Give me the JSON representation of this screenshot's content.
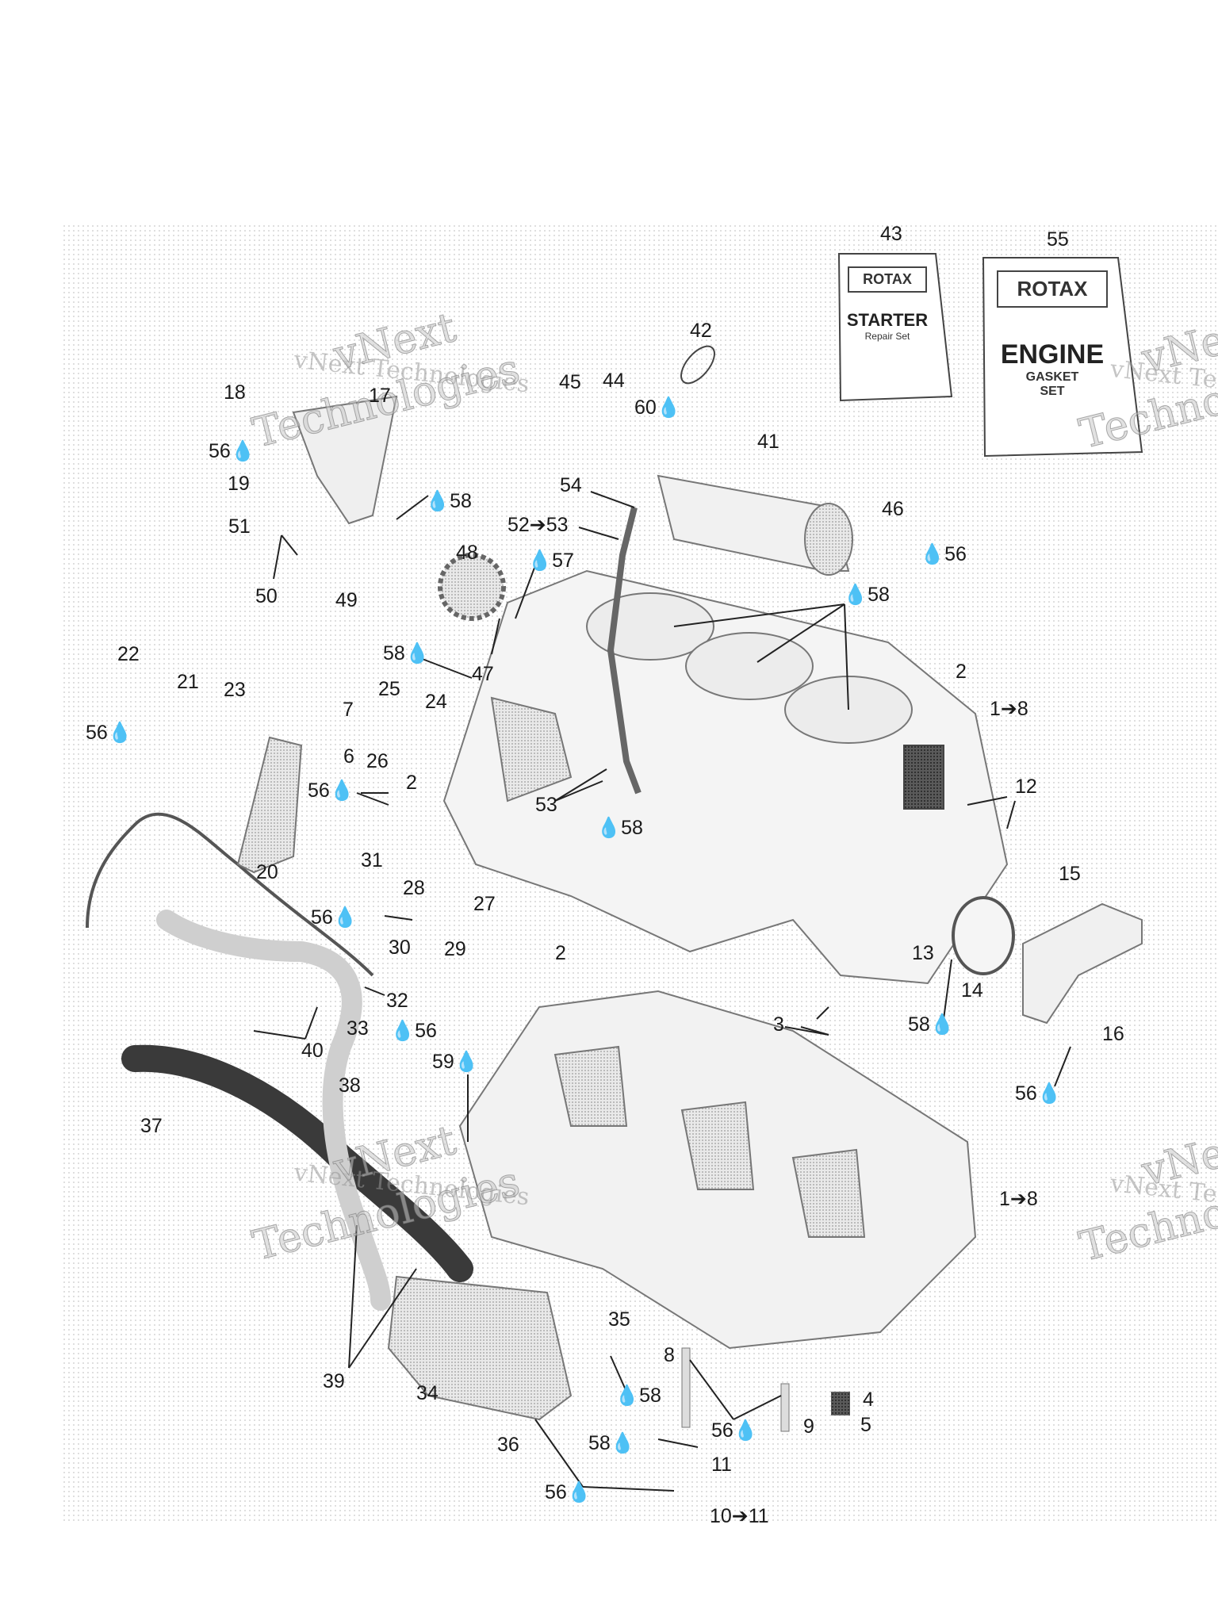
{
  "watermarks": [
    {
      "line1": "vNext Technologies",
      "line2": "vNext",
      "line3": "Technologies"
    },
    {
      "line1": "vNext Technologies",
      "line2": "vNext",
      "line3": "Technologies"
    },
    {
      "line1": "vNext Te",
      "line2": "vNe",
      "line3": "Techno"
    },
    {
      "line1": "vNext Te",
      "line2": "vNe",
      "line3": "Techno"
    }
  ],
  "kits": {
    "starter": {
      "brand": "ROTAX",
      "name": "STARTER",
      "sub": "Repair Set"
    },
    "engine": {
      "brand": "ROTAX",
      "name": "ENGINE",
      "sub1": "GASKET",
      "sub2": "SET"
    }
  },
  "callouts": [
    "43",
    "55",
    "42",
    "45",
    "44",
    "60💧",
    "18",
    "17",
    "56💧",
    "19",
    "💧58",
    "51",
    "50",
    "49",
    "41",
    "54",
    "52➔53",
    "💧57",
    "48",
    "46",
    "💧56",
    "💧58",
    "22",
    "21",
    "23",
    "56💧",
    "58💧",
    "47",
    "25",
    "7",
    "24",
    "6",
    "26",
    "2",
    "2",
    "1➔8",
    "56💧",
    "53",
    "💧58",
    "12",
    "31",
    "20",
    "28",
    "27",
    "56💧",
    "30",
    "29",
    "15",
    "2",
    "13",
    "14",
    "32",
    "33",
    "💧56",
    "40",
    "3",
    "58💧",
    "16",
    "59💧",
    "56💧",
    "38",
    "37",
    "1➔8",
    "35",
    "8",
    "39",
    "34",
    "💧58",
    "4",
    "5",
    "9",
    "56💧",
    "58💧",
    "36",
    "11",
    "56💧",
    "10➔11"
  ]
}
